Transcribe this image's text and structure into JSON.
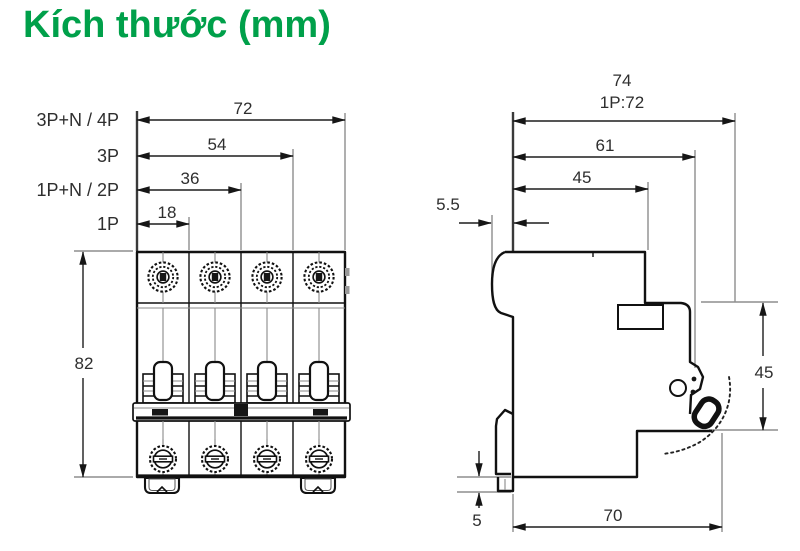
{
  "title": "Kích thước (mm)",
  "title_color": "#00A04A",
  "front_view": {
    "width_dims": [
      {
        "label": "3P+N / 4P",
        "value": "72"
      },
      {
        "label": "3P",
        "value": "54"
      },
      {
        "label": "1P+N / 2P",
        "value": "36"
      },
      {
        "label": "1P",
        "value": "18"
      }
    ],
    "height_dim": "82"
  },
  "side_view": {
    "depth_total": "74",
    "depth_total_1p": "1P:72",
    "depth_to_lever": "61",
    "depth_body": "45",
    "rail_offset": "5.5",
    "front_height": "45",
    "bottom_depth": "70",
    "clip_tab_height": "5"
  }
}
